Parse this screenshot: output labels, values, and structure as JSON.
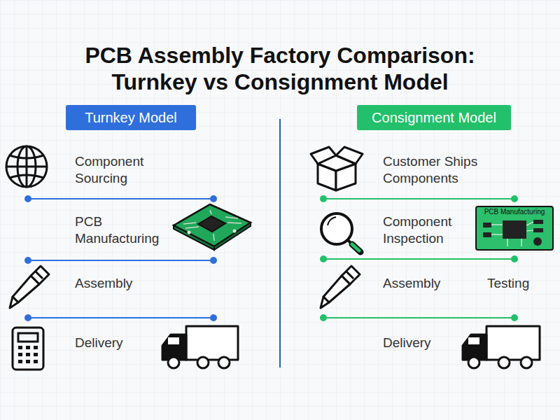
{
  "diagram": {
    "title": "PCB Assembly Factory Comparison: Turnkey vs Consignment Model",
    "nodes": [
      {
        "text": [
          "Turnkey Model"
        ]
      },
      {
        "text": [
          "Consignment Model"
        ]
      }
    ],
    "labels": [
      "Component Sourcing",
      "PCB Manufacturing",
      "Assembly",
      "Delivery",
      "Customer Ships Components",
      "Component Inspection",
      "PCB Manufacturing",
      "Assembly",
      "Testing",
      "Delivery"
    ]
  }
}
